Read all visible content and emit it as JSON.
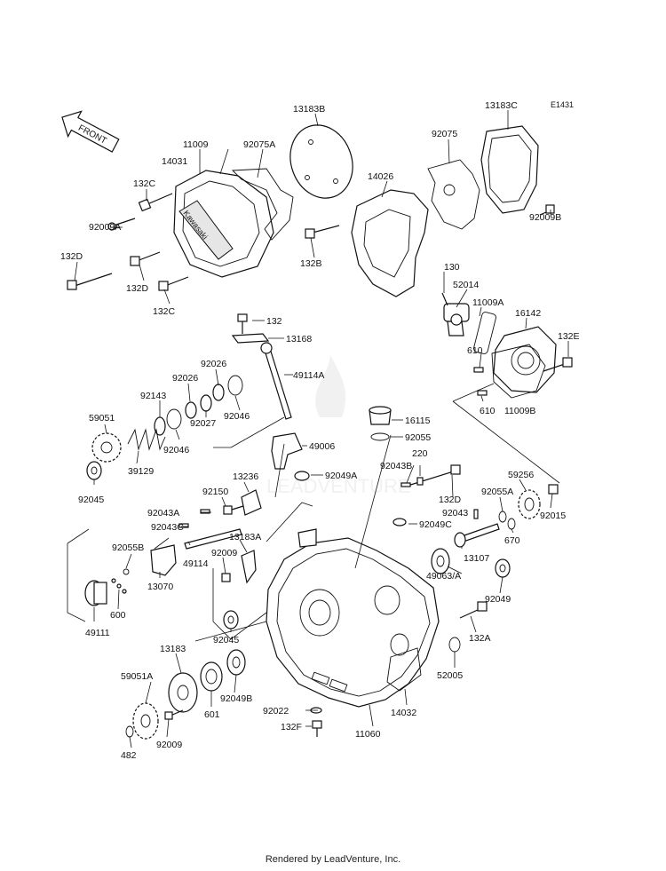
{
  "diagram": {
    "code": "E1431",
    "front_label": "FRONT",
    "watermark": "LEADVENTURE",
    "labels": {
      "l13183B": "13183B",
      "l13183C": "13183C",
      "l11009": "11009",
      "l92075A": "92075A",
      "l14031": "14031",
      "l92075": "92075",
      "l14026": "14026",
      "l132C_a": "132C",
      "l92009A": "92009A",
      "l132D_a": "132D",
      "l132D_b": "132D",
      "l132C_b": "132C",
      "l132B": "132B",
      "l92009B_a": "92009B",
      "l130": "130",
      "l52014": "52014",
      "l11009A": "11009A",
      "l16142": "16142",
      "l132E": "132E",
      "l610_a": "610",
      "l610_b": "610",
      "l11009B": "11009B",
      "l132": "132",
      "l13168": "13168",
      "l49114A": "49114A",
      "l92026_a": "92026",
      "l92026_b": "92026",
      "l92143": "92143",
      "l92027": "92027",
      "l92046_a": "92046",
      "l92046_b": "92046",
      "l59051": "59051",
      "l39129": "39129",
      "l92045_a": "92045",
      "l16115": "16115",
      "l92055": "92055",
      "l49006": "49006",
      "l92043B": "92043B",
      "l220": "220",
      "l132D_c": "132D",
      "l92049A": "92049A",
      "l13236": "13236",
      "l92150": "92150",
      "l59256": "59256",
      "l92055A": "92055A",
      "l92015": "92015",
      "l92043A": "92043A",
      "l92043C": "92043C",
      "l92043": "92043",
      "l92049C": "92049C",
      "l670": "670",
      "l13183A": "13183A",
      "l92055B": "92055B",
      "l49114": "49114",
      "l92009_a": "92009",
      "l13107": "13107",
      "l13070": "13070",
      "l49063A": "49063/A",
      "l92049": "92049",
      "l600": "600",
      "l49111": "49111",
      "l92045_b": "92045",
      "l132A": "132A",
      "l13183": "13183",
      "l59051A": "59051A",
      "l601": "601",
      "l92049B": "92049B",
      "l52005": "52005",
      "l92022": "92022",
      "l14032": "14032",
      "l132F": "132F",
      "l11060": "11060",
      "l482": "482",
      "l92009_b": "92009"
    }
  },
  "footer": {
    "credit": "Rendered by LeadVenture, Inc."
  }
}
